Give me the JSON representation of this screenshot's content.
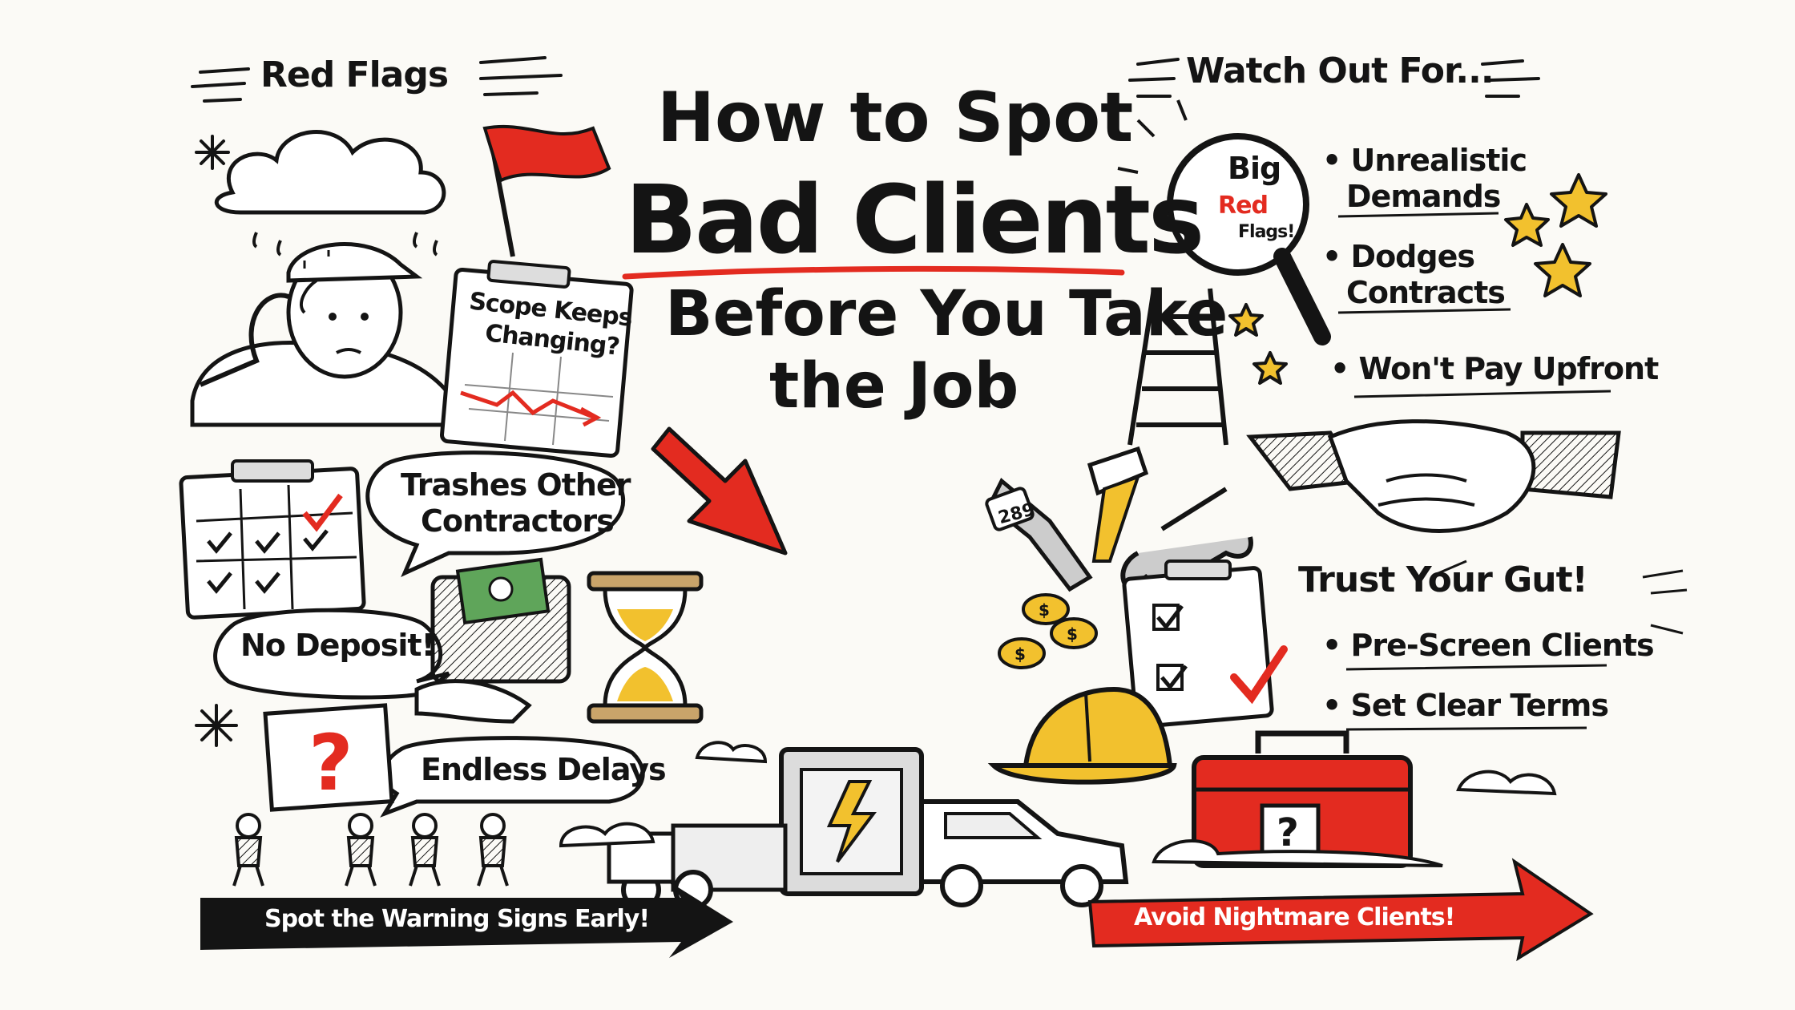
{
  "title": {
    "line1": "How to Spot",
    "line2": "Bad Clients",
    "line3": "Before You Take",
    "line4": "the Job"
  },
  "left": {
    "heading": "Red Flags",
    "clipboard_note": "Scope Keeps Changing?",
    "clipboard_note_line1": "Scope Keeps",
    "clipboard_note_line2": "Changing?",
    "bubble_trashes_line1": "Trashes Other",
    "bubble_trashes_line2": "Contractors",
    "bubble_deposit": "No Deposit!",
    "bubble_delays": "Endless Delays",
    "banner": "Spot the Warning Signs Early!"
  },
  "right": {
    "heading": "Watch Out For...",
    "magnifier": [
      "Big",
      "Red",
      "Flags!"
    ],
    "watch_items": [
      {
        "line1": "Unrealistic",
        "line2": "Demands"
      },
      {
        "line1": "Dodges",
        "line2": "Contracts"
      },
      {
        "line1": "Won't Pay Upfront",
        "line2": ""
      }
    ],
    "gut_heading": "Trust Your Gut!",
    "gut_items": [
      "Pre-Screen Clients",
      "Set Clear Terms"
    ],
    "wrench_tag": "289",
    "banner": "Avoid Nightmare Clients!"
  },
  "colors": {
    "ink": "#141414",
    "accent_red": "#e32b20",
    "accent_yellow": "#f2c12e",
    "paper": "#fbfaf6"
  },
  "icons": [
    "cloud-icon",
    "snowflake-icon",
    "red-flag-icon",
    "worker-icon",
    "clipboard-icon",
    "red-arrow-icon",
    "hourglass-icon",
    "wallet-icon",
    "question-sign-icon",
    "magnifier-icon",
    "star-icon",
    "ladder-icon",
    "handshake-icon",
    "wrench-icon",
    "paintbrush-icon",
    "coins-icon",
    "checklist-icon",
    "hard-hat-icon",
    "toolbox-icon",
    "truck-icon",
    "electrical-box-icon",
    "van-icon"
  ]
}
